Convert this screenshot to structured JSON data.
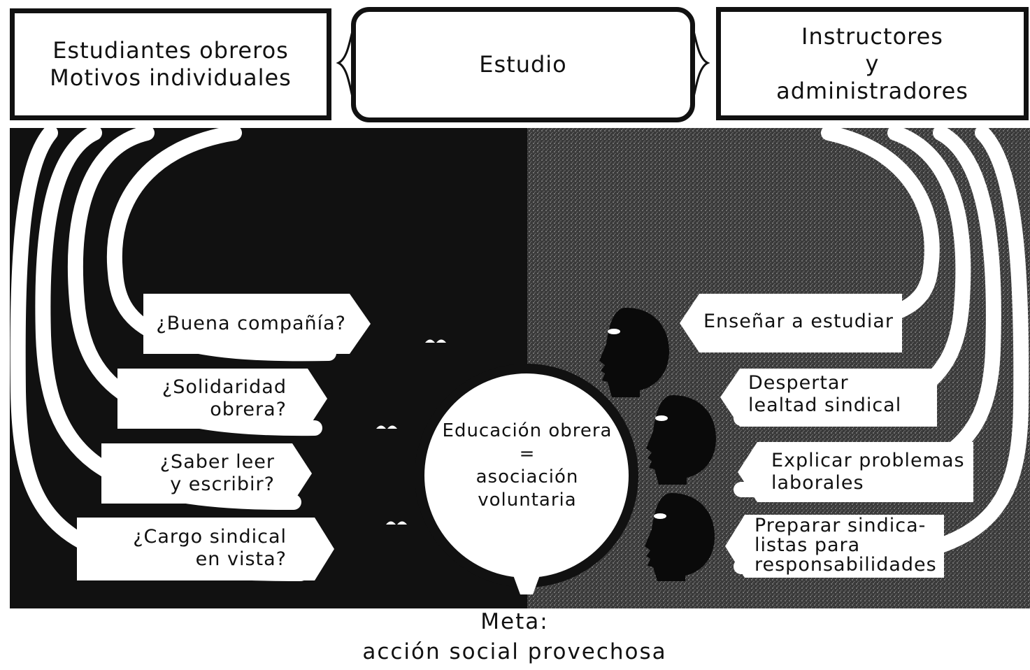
{
  "header": {
    "left_box": {
      "line1": "Estudiantes obreros",
      "line2": "Motivos individuales"
    },
    "center_box": {
      "label": "Estudio"
    },
    "right_box": {
      "line1": "Instructores",
      "line2": "y",
      "line3": "administradores"
    }
  },
  "student_motives": [
    {
      "line1": "¿Buena compañía?",
      "line2": ""
    },
    {
      "line1": "¿Solidaridad",
      "line2": "obrera?"
    },
    {
      "line1": "¿Saber leer",
      "line2": "y escribir?"
    },
    {
      "line1": "¿Cargo sindical",
      "line2": "en vista?"
    }
  ],
  "instructor_goals": [
    {
      "line1": "Enseñar a estudiar",
      "line2": "",
      "line3": ""
    },
    {
      "line1": "Despertar",
      "line2": "lealtad sindical",
      "line3": ""
    },
    {
      "line1": "Explicar problemas",
      "line2": "laborales",
      "line3": ""
    },
    {
      "line1": "Preparar sindica-",
      "line2": "listas para",
      "line3": "responsabilidades"
    }
  ],
  "center": {
    "line1": "Educación obrera",
    "line2": "=",
    "line3": "asociación",
    "line4": "voluntaria"
  },
  "goal": {
    "line1": "Meta:",
    "line2": "acción social provechosa"
  },
  "colors": {
    "ink": "#111111",
    "paper": "#ffffff",
    "stipple": "#3a3a3a"
  },
  "icons": {
    "student_eyes": "eyes-in-dark-icon",
    "instructor_heads": "head-silhouette-icon"
  }
}
